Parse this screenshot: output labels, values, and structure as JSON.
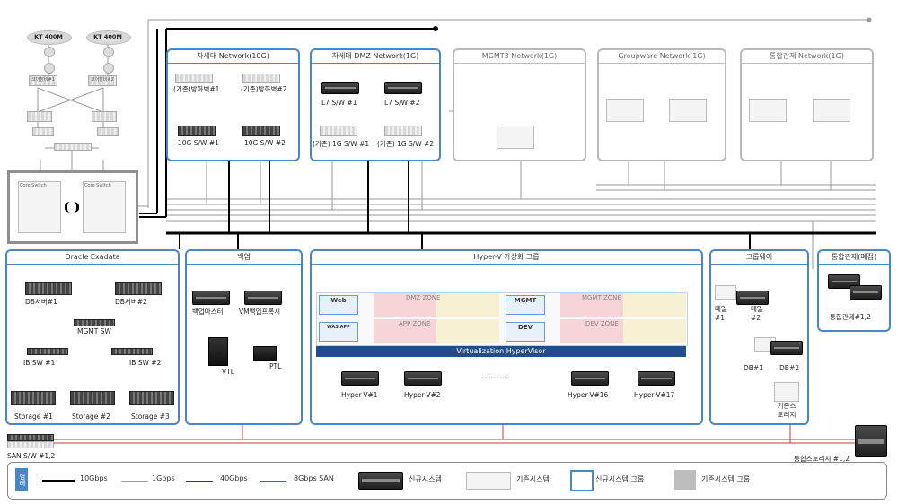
{
  "telecom": {
    "kt_left": "KT 400M",
    "kt_right": "KT 400M",
    "r1": "코어장비#1",
    "r2": "코어장비#2",
    "core_left": "Core Switch",
    "core_right": "Core Switch"
  },
  "networks": {
    "next_gen_network": {
      "title": "차세대 Network(10G)",
      "d1": "(기존)방화벽#1",
      "d2": "(기존)방화벽#2",
      "d3": "10G S/W #1",
      "d4": "10G S/W #2"
    },
    "next_gen_dmz": {
      "title": "차세대 DMZ Network(1G)",
      "d1": "L7 S/W #1",
      "d2": "L7 S/W #2",
      "d3": "(기존) 1G S/W #1",
      "d4": "(기존) 1G S/W #2"
    },
    "mgmt3": {
      "title": "MGMT3 Network(1G)"
    },
    "groupware": {
      "title": "Groupware Network(1G)"
    },
    "integrated_control": {
      "title": "통합관제 Network(1G)"
    }
  },
  "exadata": {
    "title": "Oracle Exadata",
    "db1": "DB서버#1",
    "db2": "DB서버#2",
    "mgmt_sw": "MGMT SW",
    "ib1": "IB SW #1",
    "ib2": "IB SW #2",
    "st1": "Storage #1",
    "st2": "Storage #2",
    "st3": "Storage #3"
  },
  "backup": {
    "title": "백업",
    "master": "백업마스터",
    "vm_proxy": "VM백업프록시",
    "vtl": "VTL",
    "ptl": "PTL"
  },
  "hyperv": {
    "title": "Hyper-V 가상화 그룹",
    "web": "Web",
    "was_app": "WAS APP",
    "mgmt": "MGMT",
    "dev": "DEV",
    "dmz_zone": "DMZ ZONE",
    "app_zone": "APP ZONE",
    "mgmt_zone": "MGMT ZONE",
    "dev_zone": "DEV ZONE",
    "hypervisor": "Virtualization HyperVisor",
    "h1": "Hyper-V#1",
    "h2": "Hyper-V#2",
    "dots": "………",
    "h16": "Hyper-V#16",
    "h17": "Hyper-V#17"
  },
  "groupware": {
    "title": "그룹웨어",
    "mail1": "메일\n#1",
    "mail2": "메일\n#2",
    "db1": "DB#1",
    "db2": "DB#2",
    "storage": "기존스\n토리지"
  },
  "control": {
    "title": "통합관제(폐점)",
    "servers": "통합관제#1,2"
  },
  "san": {
    "left": "SAN S/W #1,2",
    "right": "통합스토리지 #1,2"
  },
  "legend": {
    "title": "범례",
    "l10g": "10Gbps",
    "l1g": "1Gbps",
    "l40g": "40Gbps",
    "l8g": "8Gbps SAN",
    "new_sys": "신규시스템",
    "old_sys": "기존시스템",
    "new_grp": "신규시스템 그룹",
    "old_grp": "기존시스템 그룹",
    "colors": {
      "c10g": "#000000",
      "c1g": "#9a9a9a",
      "c40g": "#2e2e8f",
      "c8g": "#c0392b",
      "accent": "#4a86c5"
    }
  }
}
